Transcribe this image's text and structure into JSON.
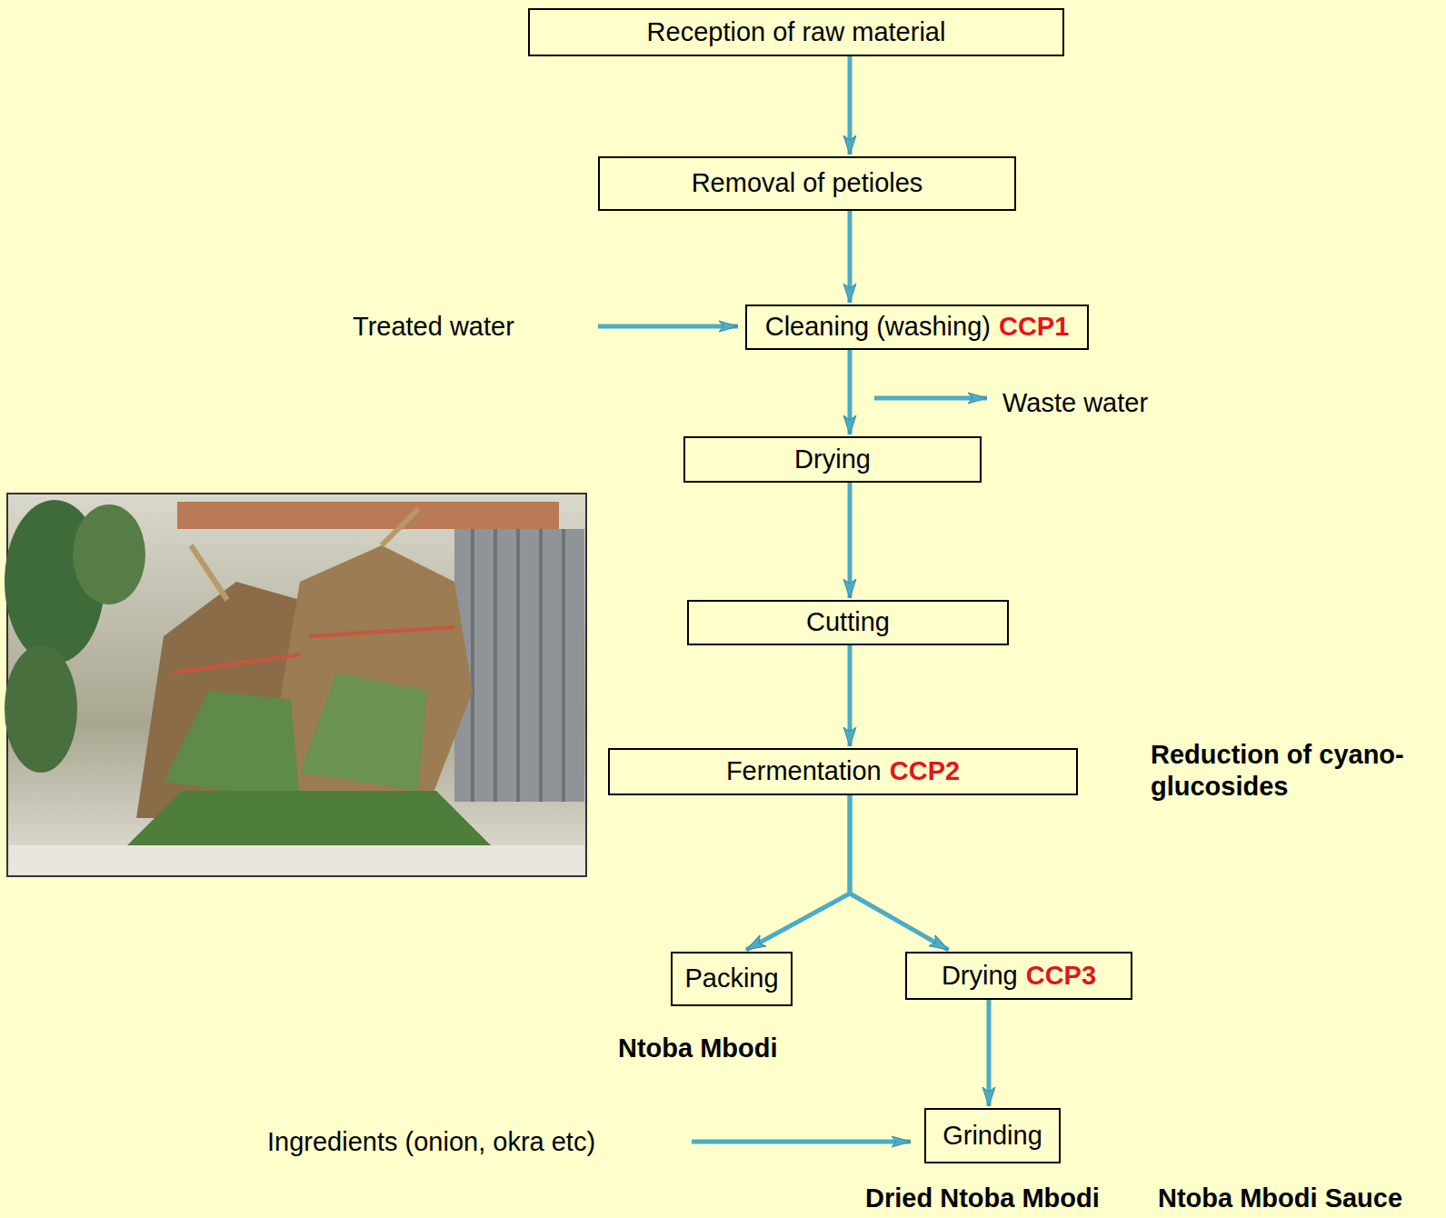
{
  "diagram": {
    "nodes": [
      {
        "text": [
          "Reception of raw material"
        ]
      },
      {
        "text": [
          "Removal of petioles"
        ]
      },
      {
        "text": [
          "Cleaning (washing)",
          "CCP1"
        ]
      },
      {
        "text": [
          "Drying"
        ]
      },
      {
        "text": [
          "Cutting"
        ]
      },
      {
        "text": [
          "Fermentation",
          "CCP2"
        ]
      },
      {
        "text": [
          "Packing"
        ]
      },
      {
        "text": [
          "Drying",
          "CCP3"
        ]
      },
      {
        "text": [
          "Grinding"
        ]
      }
    ],
    "edges": [
      {
        "from": 0,
        "to": 1,
        "arrow": "to"
      },
      {
        "from": 1,
        "to": 2,
        "arrow": "to"
      },
      {
        "from": 2,
        "to": 3,
        "arrow": "to"
      },
      {
        "from": 3,
        "to": 4,
        "arrow": "to"
      },
      {
        "from": 4,
        "to": 5,
        "arrow": "to"
      },
      {
        "from": 5,
        "to": 6,
        "arrow": "to"
      },
      {
        "from": 5,
        "to": 7,
        "arrow": "to"
      },
      {
        "from": 7,
        "to": 8,
        "arrow": "to"
      }
    ],
    "labels": [
      "Treated water",
      "Waste water",
      "Reduction of cyano-glucosides",
      "Ntoba Mbodi",
      "Ingredients (onion, okra etc)",
      "Dried Ntoba Mbodi",
      "Ntoba Mbodi Sauce"
    ]
  }
}
